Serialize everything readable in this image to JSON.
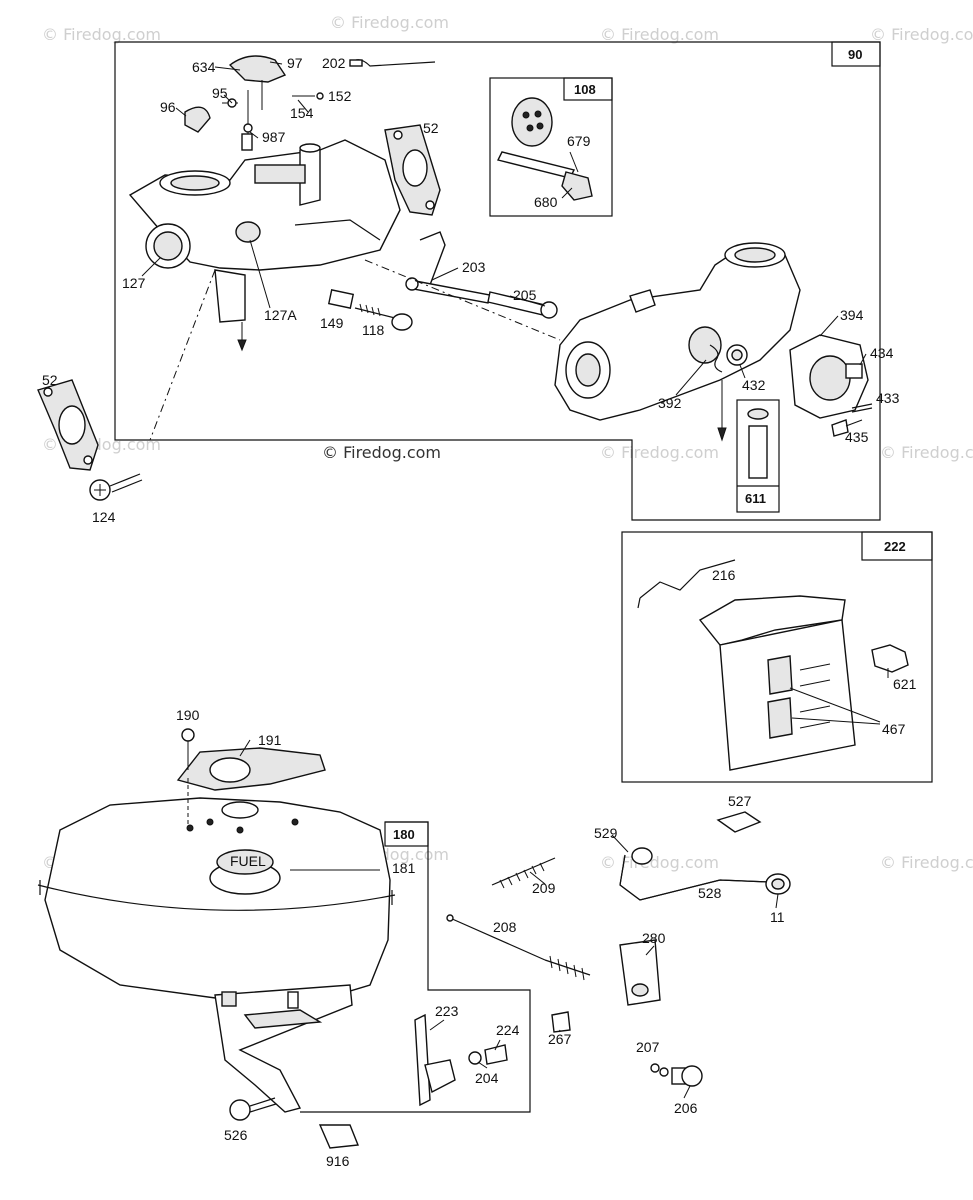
{
  "watermarks": {
    "main": "© Firedog.com",
    "faint": "© Firedog.com"
  },
  "boxes": {
    "carburetor": "90",
    "primer": "108",
    "bracket": "222",
    "tank": "180",
    "seal": "611"
  },
  "parts": {
    "p634": "634",
    "p97": "97",
    "p202": "202",
    "p95": "95",
    "p96": "96",
    "p152": "152",
    "p154": "154",
    "p987": "987",
    "p52a": "52",
    "p52b": "52",
    "p679": "679",
    "p680": "680",
    "p127": "127",
    "p127a": "127A",
    "p149": "149",
    "p118": "118",
    "p203": "203",
    "p205": "205",
    "p394": "394",
    "p434": "434",
    "p433": "433",
    "p435": "435",
    "p432": "432",
    "p392": "392",
    "p124": "124",
    "p216": "216",
    "p621": "621",
    "p467": "467",
    "p190": "190",
    "p191": "191",
    "p181": "181",
    "p527": "527",
    "p529": "529",
    "p528": "528",
    "p11": "11",
    "p209": "209",
    "p208": "208",
    "p280": "280",
    "p223": "223",
    "p224": "224",
    "p204": "204",
    "p267": "267",
    "p207": "207",
    "p206": "206",
    "p526": "526",
    "p916": "916"
  },
  "fuel_cap_text": "FUEL"
}
